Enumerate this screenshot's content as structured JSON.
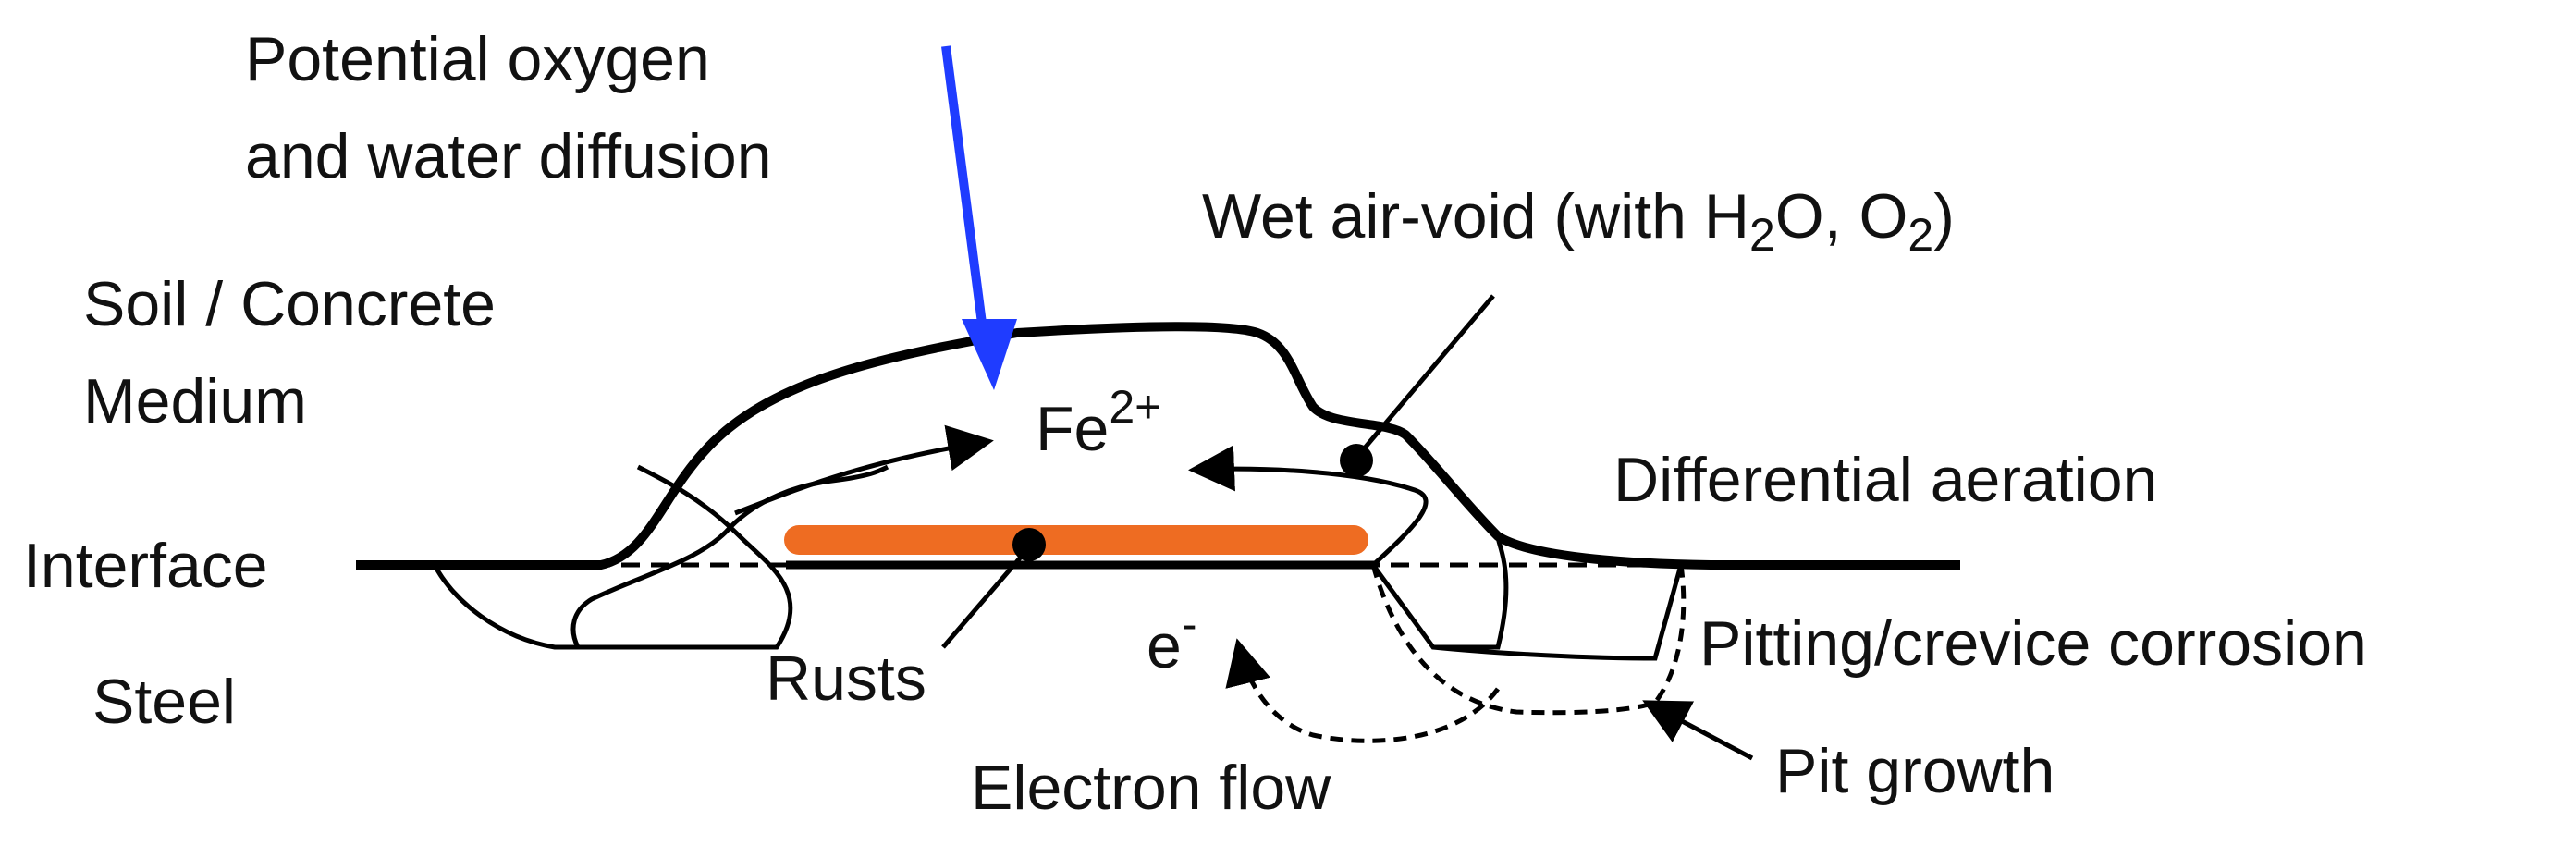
{
  "labels": {
    "oxygen_line1": "Potential oxygen",
    "oxygen_line2": "and water diffusion",
    "wet_void_prefix": "Wet air-void (with H",
    "wet_void_sub1": "2",
    "wet_void_mid": "O, O",
    "wet_void_sub2": "2",
    "wet_void_suffix": ")",
    "medium_line1": "Soil / Concrete",
    "medium_line2": "Medium",
    "fe_base": "Fe",
    "fe_charge": "2+",
    "differential_aeration": "Differential aeration",
    "interface": "Interface",
    "pitting": "Pitting/crevice corrosion",
    "steel": "Steel",
    "rusts": "Rusts",
    "electron_base": "e",
    "electron_charge": "-",
    "electron_flow": "Electron flow",
    "pit_growth": "Pit growth"
  },
  "colors": {
    "diffusion_arrow": "#1f3cff",
    "rust": "#ee6c22",
    "lines": "#000000"
  }
}
